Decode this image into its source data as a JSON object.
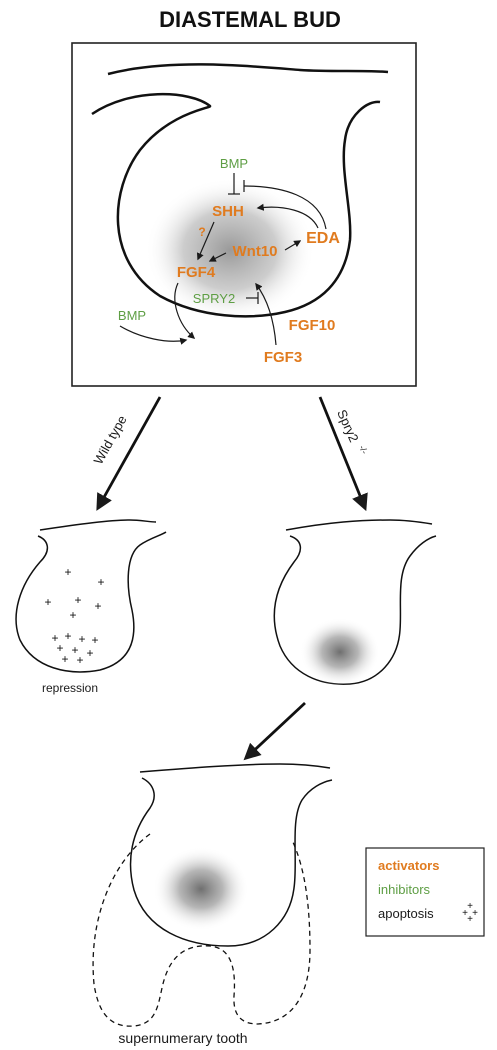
{
  "title": "DIASTEMAL BUD",
  "colors": {
    "activator": "#e07b1f",
    "inhibitor": "#5e9e44",
    "neutral": "#1a1a1a"
  },
  "signals": {
    "bmp_top": "BMP",
    "shh": "SHH",
    "question": "?",
    "wnt10": "Wnt10",
    "eda": "EDA",
    "fgf4": "FGF4",
    "spry2": "SPRY2",
    "fgf10": "FGF10",
    "bmp_left": "BMP",
    "fgf3": "FGF3"
  },
  "branches": {
    "wild_type": "Wild type",
    "spry2_mutant": "Spry2",
    "spry2_superscript": "-/-"
  },
  "outcomes": {
    "repression": "repression",
    "supernumerary": "supernumerary tooth"
  },
  "legend": {
    "activators": "activators",
    "inhibitors": "inhibitors",
    "apoptosis": "apoptosis",
    "apoptosis_icon": "apoptosis-plus-icon"
  }
}
